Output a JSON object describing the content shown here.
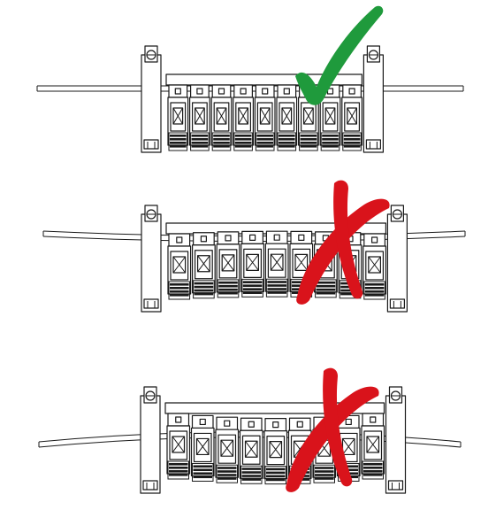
{
  "figure": {
    "panels": [
      {
        "id": "panel-straight",
        "rail": "straight",
        "mark": "check-mark",
        "verdict": "correct"
      },
      {
        "id": "panel-bent-down",
        "rail": "bent",
        "mark": "cross-mark",
        "verdict": "incorrect"
      },
      {
        "id": "panel-bent-up",
        "rail": "bent",
        "mark": "cross-mark",
        "verdict": "incorrect"
      }
    ],
    "terminal_count": 9,
    "colors": {
      "line": "#1a1a1a",
      "check": "#1f9a3c",
      "cross": "#d9131b",
      "background": "#ffffff"
    }
  }
}
